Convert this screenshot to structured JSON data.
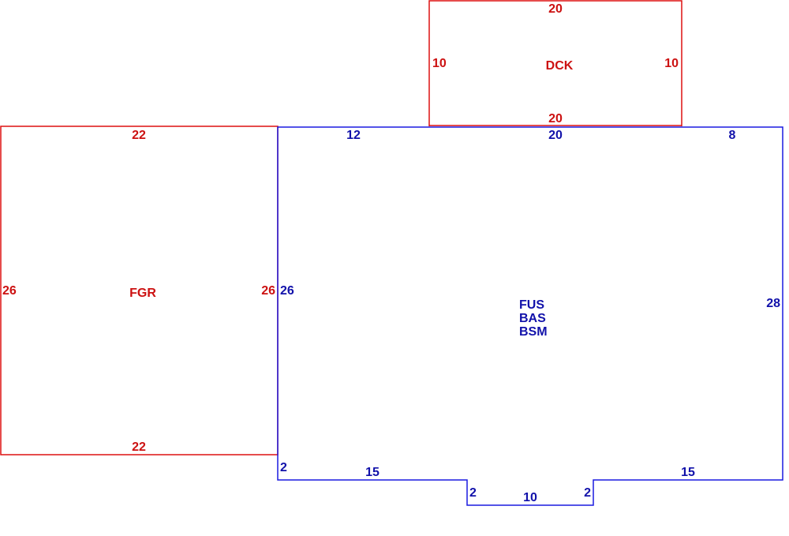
{
  "colors": {
    "secondary_area": "#dd1111",
    "main_area": "#1a1ae0",
    "background": "#ffffff"
  },
  "areas": {
    "deck": {
      "code": "DCK",
      "sides": {
        "top": "20",
        "left": "10",
        "right": "10",
        "bottom": "20"
      }
    },
    "garage": {
      "code": "FGR",
      "sides": {
        "top": "22",
        "left": "26",
        "right": "26",
        "bottom": "22"
      }
    },
    "main": {
      "codes": [
        "FUS",
        "BAS",
        "BSM"
      ],
      "sides": {
        "top_left": "12",
        "top_middle": "20",
        "top_right": "8",
        "left": "26",
        "right": "28",
        "left_offset": "2",
        "bottom_left": "15",
        "notch_left": "2",
        "notch_bottom": "10",
        "notch_right": "2",
        "bottom_right": "15"
      }
    }
  }
}
